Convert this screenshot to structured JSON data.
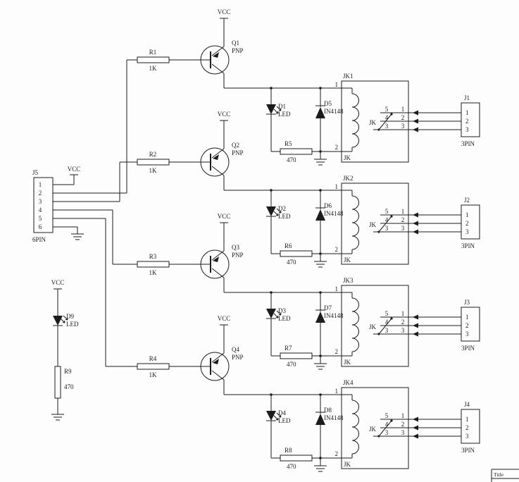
{
  "input_connector": {
    "ref": "J5",
    "type": "6PIN",
    "vcc": "VCC",
    "pins": [
      "1",
      "2",
      "3",
      "4",
      "5",
      "6"
    ]
  },
  "indicator": {
    "vcc": "VCC",
    "led": {
      "ref": "D9",
      "type": "LED"
    },
    "resistor": {
      "ref": "R9",
      "value": "470"
    }
  },
  "title_block": {
    "label": "Title"
  },
  "channels": [
    {
      "vcc": "VCC",
      "base_resistor": {
        "ref": "R1",
        "value": "1K"
      },
      "transistor": {
        "ref": "Q1",
        "type": "PNP"
      },
      "led": {
        "ref": "D1",
        "type": "LED"
      },
      "flyback_diode": {
        "ref": "D5",
        "type": "IN4148"
      },
      "series_resistor": {
        "ref": "R5",
        "value": "470"
      },
      "relay": {
        "ref": "JK1",
        "coil_label": "JK",
        "switch_label": "JK",
        "pin_top": "1",
        "pin_bottom": "2",
        "contact_left": [
          "5",
          "4",
          "3"
        ],
        "contact_right": [
          "1",
          "2",
          "3"
        ]
      },
      "connector": {
        "ref": "J1",
        "type": "3PIN",
        "pins": [
          "1",
          "2",
          "3"
        ]
      }
    },
    {
      "vcc": "VCC",
      "base_resistor": {
        "ref": "R2",
        "value": "1K"
      },
      "transistor": {
        "ref": "Q2",
        "type": "PNP"
      },
      "led": {
        "ref": "D2",
        "type": "LED"
      },
      "flyback_diode": {
        "ref": "D6",
        "type": "IN4148"
      },
      "series_resistor": {
        "ref": "R6",
        "value": "470"
      },
      "relay": {
        "ref": "JK2",
        "coil_label": "JK",
        "switch_label": "JK",
        "pin_top": "1",
        "pin_bottom": "2",
        "contact_left": [
          "5",
          "4",
          "3"
        ],
        "contact_right": [
          "1",
          "2",
          "3"
        ]
      },
      "connector": {
        "ref": "J2",
        "type": "3PIN",
        "pins": [
          "1",
          "2",
          "3"
        ]
      }
    },
    {
      "vcc": "VCC",
      "base_resistor": {
        "ref": "R3",
        "value": "1K"
      },
      "transistor": {
        "ref": "Q3",
        "type": "PNP"
      },
      "led": {
        "ref": "D3",
        "type": "LED"
      },
      "flyback_diode": {
        "ref": "D7",
        "type": "IN4148"
      },
      "series_resistor": {
        "ref": "R7",
        "value": "470"
      },
      "relay": {
        "ref": "JK3",
        "coil_label": "JK",
        "switch_label": "JK",
        "pin_top": "1",
        "pin_bottom": "2",
        "contact_left": [
          "5",
          "4",
          "3"
        ],
        "contact_right": [
          "1",
          "2",
          "3"
        ]
      },
      "connector": {
        "ref": "J3",
        "type": "3PIN",
        "pins": [
          "1",
          "2",
          "3"
        ]
      }
    },
    {
      "vcc": "VCC",
      "base_resistor": {
        "ref": "R4",
        "value": "1K"
      },
      "transistor": {
        "ref": "Q4",
        "type": "PNP"
      },
      "led": {
        "ref": "D4",
        "type": "LED"
      },
      "flyback_diode": {
        "ref": "D8",
        "type": "IN4148"
      },
      "series_resistor": {
        "ref": "R8",
        "value": "470"
      },
      "relay": {
        "ref": "JK4",
        "coil_label": "JK",
        "switch_label": "JK",
        "pin_top": "1",
        "pin_bottom": "2",
        "contact_left": [
          "5",
          "4",
          "3"
        ],
        "contact_right": [
          "1",
          "2",
          "3"
        ]
      },
      "connector": {
        "ref": "J4",
        "type": "3PIN",
        "pins": [
          "1",
          "2",
          "3"
        ]
      }
    }
  ]
}
